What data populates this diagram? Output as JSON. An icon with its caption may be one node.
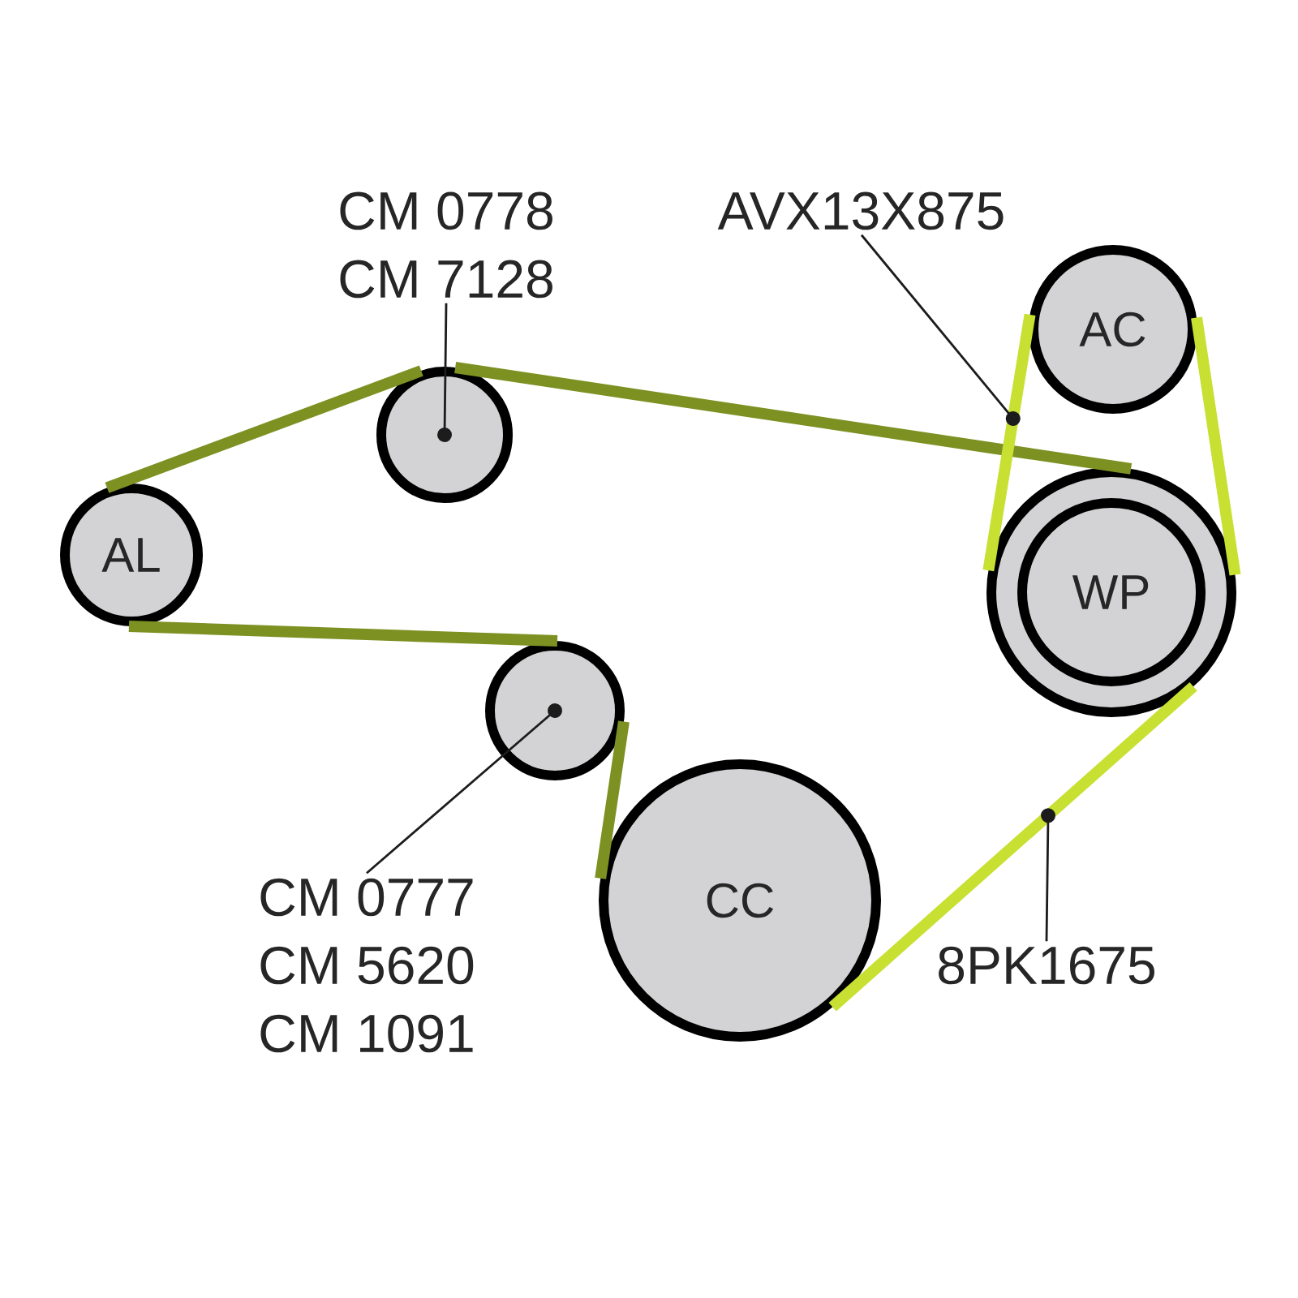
{
  "diagram": {
    "nodes": [
      {
        "text": [
          "CM 0778",
          "CM 7128"
        ]
      },
      {
        "text": [
          "AVX13X875"
        ]
      },
      {
        "text": [
          "AC"
        ]
      },
      {
        "text": [],
        "shape": "circle"
      },
      {
        "text": [
          "AL"
        ]
      },
      {
        "text": [
          "WP"
        ]
      },
      {
        "text": [],
        "shape": "circle"
      },
      {
        "text": [
          "CC"
        ]
      },
      {
        "text": [
          "CM 0777",
          "CM 5620",
          "CM 1091"
        ]
      },
      {
        "text": [
          "8PK1675"
        ]
      }
    ],
    "edges": [
      {
        "from": 4,
        "to": 3,
        "arrow": "none",
        "color": "#7d9123"
      },
      {
        "from": 3,
        "to": 5,
        "arrow": "none",
        "color": "#7d9123"
      },
      {
        "from": 4,
        "to": 6,
        "arrow": "none",
        "color": "#7d9123"
      },
      {
        "from": 6,
        "to": 7,
        "arrow": "none",
        "color": "#7d9123"
      },
      {
        "from": 7,
        "to": 5,
        "arrow": "none",
        "color": "#c8e032"
      },
      {
        "from": 2,
        "to": 5,
        "arrow": "none",
        "color": "#c8e032"
      },
      {
        "from": 2,
        "to": 5,
        "arrow": "none",
        "color": "#c8e032"
      },
      {
        "from": 0,
        "to": 3,
        "arrow": "other",
        "color": "#1c1c1c"
      },
      {
        "from": 1,
        "to": null,
        "arrow": "other",
        "color": "#1c1c1c"
      },
      {
        "from": 8,
        "to": 6,
        "arrow": "other",
        "color": "#1c1c1c"
      },
      {
        "from": 9,
        "to": null,
        "arrow": "other",
        "color": "#1c1c1c"
      }
    ]
  }
}
